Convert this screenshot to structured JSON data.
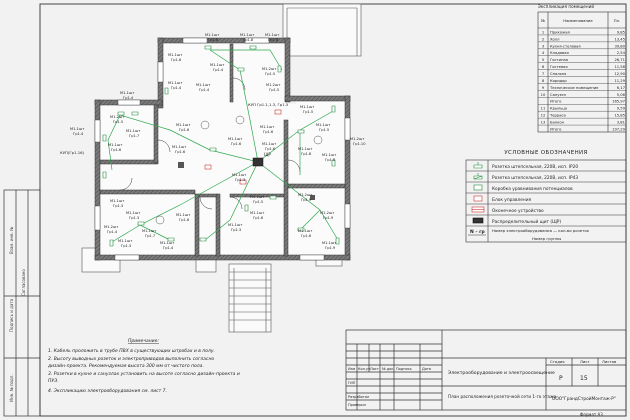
{
  "explication": {
    "title": "Экспликация помещений",
    "rows": [
      {
        "n": "1",
        "name": "Прихожая",
        "area": "9,85"
      },
      {
        "n": "2",
        "name": "Холл",
        "area": "13,45"
      },
      {
        "n": "3",
        "name": "Кухня-столовая",
        "area": "39,80"
      },
      {
        "n": "4",
        "name": "Кладовая",
        "area": "2,54"
      },
      {
        "n": "5",
        "name": "Гостиная",
        "area": "26,71"
      },
      {
        "n": "6",
        "name": "Гостевая",
        "area": "11,58"
      },
      {
        "n": "7",
        "name": "Спальня",
        "area": "12,90"
      },
      {
        "n": "8",
        "name": "Коридор",
        "area": "11,29"
      },
      {
        "n": "9",
        "name": "Техническое помещение",
        "area": "6,17"
      },
      {
        "n": "10",
        "name": "Санузел",
        "area": "5,06"
      },
      {
        "n": "",
        "name": "Итого",
        "area": "165,97"
      },
      {
        "n": "11",
        "name": "Крыльцо",
        "area": "9,59"
      },
      {
        "n": "12",
        "name": "Терраса",
        "area": "15,85"
      },
      {
        "n": "13",
        "name": "Балкон",
        "area": "3,81"
      },
      {
        "n": "",
        "name": "Итого",
        "area": "197,29"
      }
    ]
  },
  "legend": {
    "title": "УСЛОВНЫЕ ОБОЗНАЧЕНИЯ",
    "items": [
      {
        "symbol": "socket",
        "text": "Розетка штепсельная, 220В, исп. IP20"
      },
      {
        "symbol": "socket-ip",
        "text": "Розетка штепсельная, 220В, исп. IP43"
      },
      {
        "symbol": "box",
        "text": "Коробка уравнивания потенциалов"
      },
      {
        "symbol": "control",
        "text": "Блок управления"
      },
      {
        "symbol": "terminal",
        "text": "Оконечное устройство"
      },
      {
        "symbol": "panel",
        "text": "Распределительный щит (ЩР)"
      },
      {
        "symbol": "group",
        "text": "Номер электрооборудования — кол-во розеток",
        "sub": "Номер группы",
        "key": "N – гр"
      }
    ]
  },
  "notes": {
    "title": "Примечание:",
    "lines": [
      "1. Кабель проложить в трубе ПВХ в существующих штробах и в полу.",
      "2. Высоту выводных розеток и электроприводов выполнить согласно",
      "   дизайн-проекта. Рекомендуемая высота 300 мм от чистого пола.",
      "3. Розетки в кухне и санузлах установить на высоте согласно дизайн-проекта и",
      "   ПУЭ.",
      "4. Экспликацию электрооборудования см. лист 7."
    ]
  },
  "title_block": {
    "project": "Электрооборудование и электроосвещение",
    "sheet_title": "План расположения розеточной сети 1-го этажа",
    "stage_label": "Стадия",
    "sheet_label": "Лист",
    "sheets_label": "Листов",
    "stage": "Р",
    "sheet": "15",
    "org": "ООО\"ГрандСтройМонтаж-Р\"",
    "format": "Формат А3",
    "cols": [
      "Изм",
      "Кол.уч",
      "Лист",
      "№ док",
      "Подпись",
      "Дата"
    ],
    "roles": [
      "ГИП",
      "Разработал",
      "Проверил"
    ]
  },
  "side_labels": {
    "s1": "Взам. инв. №",
    "s2": "Подпись и дата",
    "s3": "Инв. № подл.",
    "s4": "Согласовано"
  },
  "plan_labels": [
    {
      "code": "М1-1шт",
      "grp": "Гр1.8"
    },
    {
      "code": "М1-1шт",
      "grp": "Гр1.8"
    },
    {
      "code": "М1-1шт",
      "grp": "Гр1.8"
    },
    {
      "code": "М1-1шт",
      "grp": "Гр1.6"
    },
    {
      "code": "М1-1шт",
      "grp": "Гр1.4"
    },
    {
      "code": "М1-2шт",
      "grp": "Гр1.5"
    },
    {
      "code": "М1-1шт",
      "grp": "Гр1.4"
    },
    {
      "code": "М1-1шт",
      "grp": "Гр1.4"
    },
    {
      "code": "М1-2шт",
      "grp": "Гр1.5"
    },
    {
      "code": "М1-1шт",
      "grp": "Гр1.4"
    },
    {
      "code": "М1-1шт",
      "grp": "Гр1.4"
    },
    {
      "code": "М1-2шт",
      "grp": "Гр1.5"
    },
    {
      "code": "М1-1шт",
      "grp": "Гр1.7"
    },
    {
      "code": "М1-1шт",
      "grp": "Гр1.6"
    },
    {
      "code": "М1-1шт",
      "grp": "Гр1.6"
    },
    {
      "code": "М1-1шт",
      "grp": "Гр1.6"
    },
    {
      "code": "М1-1шт",
      "grp": "Гр1.6"
    },
    {
      "code": "М1-1шт",
      "grp": "Гр1.6"
    },
    {
      "code": "М1-1шт",
      "grp": "Гр1.6"
    },
    {
      "code": "М1-1шт",
      "grp": "Гр1.5"
    },
    {
      "code": "М1-1шт",
      "grp": "Гр1.5"
    },
    {
      "code": "М1-1шт",
      "grp": "Гр1.8"
    },
    {
      "code": "М1-1шт",
      "grp": "Гр1.8"
    },
    {
      "code": "М1-2шт",
      "grp": "Гр1.10"
    },
    {
      "code": "М1-2шт",
      "grp": "Гр1.9"
    },
    {
      "code": "М1-2шт",
      "grp": "Гр1.9"
    },
    {
      "code": "М1-1шт",
      "grp": "Гр1.6"
    },
    {
      "code": "М1-1шт",
      "grp": "Гр1.9"
    },
    {
      "code": "М1-1шт",
      "grp": "Гр1.3"
    },
    {
      "code": "М1-1шт",
      "grp": "Гр1.5"
    },
    {
      "code": "М1-1шт",
      "grp": "Гр1.6"
    },
    {
      "code": "М1-1шт",
      "grp": "Гр1.3"
    },
    {
      "code": "М1-1шт",
      "grp": "Гр1.3"
    },
    {
      "code": "М1-1шт",
      "grp": "Гр1.3"
    },
    {
      "code": "М1-2шт",
      "grp": "Гр1.4"
    },
    {
      "code": "М1-1шт",
      "grp": "Гр1.3"
    },
    {
      "code": "М1-1шт",
      "grp": "Гр1.7"
    },
    {
      "code": "М1-1шт",
      "grp": "Гр1.4"
    },
    {
      "code": "М1-1шт",
      "grp": "Гр1.6"
    }
  ],
  "plan_misc": {
    "kup1": "КУП(Гр1.16)",
    "kup2": "КУП Гр1.1,1.3, Гр1.5",
    "shr": "ЩР"
  }
}
